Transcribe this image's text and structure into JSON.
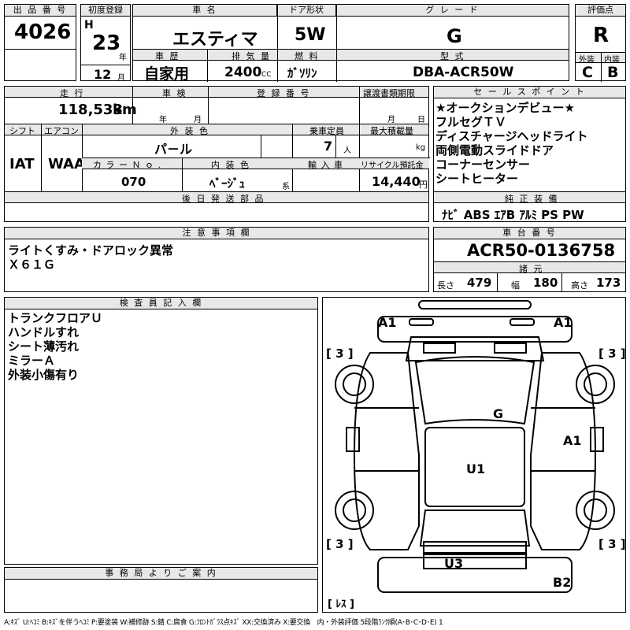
{
  "header": {
    "lot_label": "出 品 番 号",
    "lot_number": "4026",
    "first_reg_label": "初度登録",
    "era": "H",
    "year": "23",
    "year_unit": "年",
    "month": "12",
    "month_unit": "月",
    "car_name_label": "車 名",
    "car_name": "エスティマ",
    "door_label": "ドア形状",
    "door": "5W",
    "grade_label": "グ レ ー ド",
    "grade": "G",
    "score_label": "評価点",
    "score": "R",
    "history_label": "車 歴",
    "history": "自家用",
    "displacement_label": "排 気 量",
    "displacement": "2400",
    "cc_unit": "CC",
    "fuel_label": "燃 料",
    "fuel": "ｶﾞｿﾘﾝ",
    "model_label": "型 式",
    "model": "DBA-ACR50W",
    "exterior_label": "外装",
    "exterior_score": "C",
    "interior_label": "内装",
    "interior_score": "B"
  },
  "row2": {
    "mileage_label": "走 行",
    "mileage": "118,533",
    "km_unit": "km",
    "inspection_label": "車 検",
    "insp_year_unit": "年",
    "insp_month_unit": "月",
    "reg_no_label": "登 録 番 号",
    "transfer_label": "譲渡書類期限",
    "transfer_month_unit": "月",
    "transfer_day_unit": "日",
    "shift_label": "シフト",
    "shift": "IAT",
    "aircon_label": "エアコン",
    "aircon": "WAA",
    "ext_color_label": "外 装 色",
    "ext_color": "パ－ル",
    "capacity_label": "乗車定員",
    "capacity": "7",
    "capacity_unit": "人",
    "max_load_label": "最大積載量",
    "max_load_unit": "kg",
    "color_no_label": "カ ラ ー Ｎ ｏ .",
    "color_no": "070",
    "int_color_label": "内 装 色",
    "int_color": "ﾍﾞｰｼﾞｭ",
    "int_color_suffix": "系",
    "import_label": "輸 入 車",
    "recycle_label": "リサイクル預託金",
    "recycle": "14,440",
    "recycle_unit": "円",
    "later_parts_label": "後 日 発 送 部 品"
  },
  "sales": {
    "label": "セ ー ル ス ポ イ ン ト",
    "points": [
      "★オークションデビュー★",
      "フルセグＴＶ",
      "ディスチャージヘッドライト",
      "両側電動スライドドア",
      "コーナーセンサー",
      "シートヒーター"
    ]
  },
  "equipment": {
    "label": "純 正 装 備",
    "items": "ﾅﾋﾞ  ABS  ｴｱB  ｱﾙﾐ  PS  PW"
  },
  "notes": {
    "label": "注 意 事 項 欄",
    "lines": [
      "ライトくすみ・ドアロック異常",
      "Ｘ６１Ｇ"
    ]
  },
  "chassis": {
    "label": "車 台 番 号",
    "number": "ACR50-0136758",
    "spec_label": "諸 元",
    "length_label": "長さ",
    "length": "479",
    "width_label": "幅",
    "width": "180",
    "height_label": "高さ",
    "height": "173"
  },
  "inspector": {
    "label": "検 査 員 記 入 欄",
    "lines": [
      "トランクフロアＵ",
      "ハンドルすれ",
      "シート薄汚れ",
      "ミラーＡ",
      "外装小傷有り"
    ]
  },
  "office": {
    "label": "事 務 局 よ り ご 案 内"
  },
  "diagram_marks": {
    "front_left": "A1",
    "front_right": "A1",
    "tire_fl": "[ 3 ]",
    "tire_fr": "[ 3 ]",
    "tire_rl": "[ 3 ]",
    "tire_rr": "[ 3 ]",
    "windshield": "G",
    "right_door": "A1",
    "roof": "U1",
    "rear": "U3",
    "rear_bumper": "B2",
    "spare": "[ ﾚｽ ]"
  },
  "legend": "A:ｷｽﾞ U:ﾍｺﾐ B:ｷｽﾞを伴うﾍｺﾐ P:要塗装 W:補修跡 S:錆 C:腐食 G:ﾌﾛﾝﾄｶﾞﾗｽ点ｷｽﾞ XX:交換済み X:要交換　内・外装評価 5段階ﾗﾝｸ順(A･B･C･D･E) 1"
}
